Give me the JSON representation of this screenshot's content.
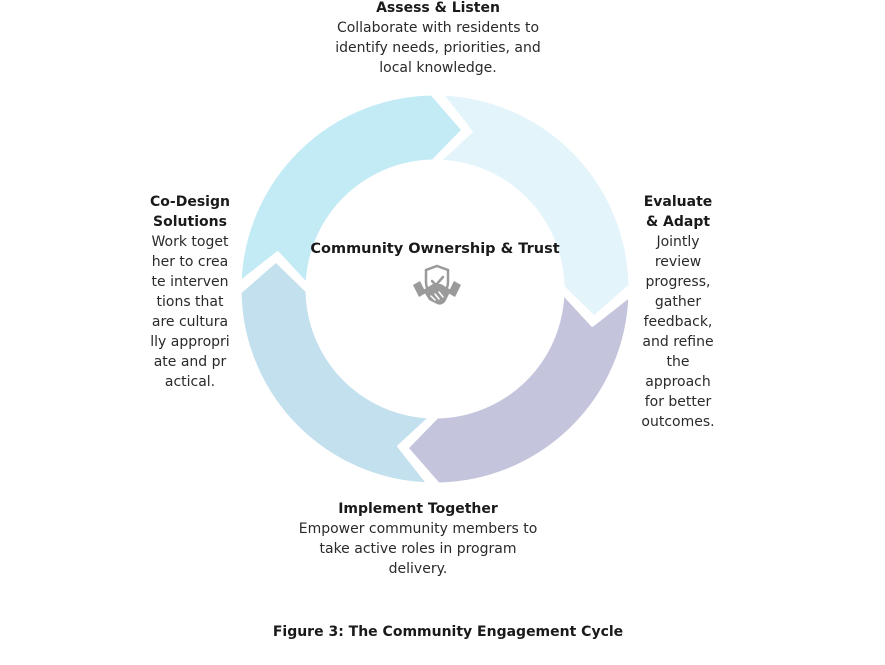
{
  "colors": {
    "segment_assess": "#e3f4fa",
    "segment_evaluate": "#c4c4dc",
    "segment_implement": "#c3e0ee",
    "segment_codesign": "#c3ebf5",
    "handshake_icon": "#9a9a9a"
  },
  "center": {
    "title": "Community Ownership & Trust",
    "icon": "handshake-shield-icon"
  },
  "stages": [
    {
      "id": "assess",
      "title": "Assess & Listen",
      "description": "Collaborate with residents to identify needs, priorities, and local knowledge."
    },
    {
      "id": "evaluate",
      "title": "Evaluate & Adapt",
      "description": "Jointly review progress, gather feedback, and refine the approach for better outcomes."
    },
    {
      "id": "implement",
      "title": "Implement Together",
      "description": "Empower community members to take active roles in program delivery."
    },
    {
      "id": "codesign",
      "title": "Co-Design Solutions",
      "description": "Work together to create interventions that are culturally appropriate and practical."
    }
  ],
  "caption": "Figure 3: The Community Engagement Cycle"
}
